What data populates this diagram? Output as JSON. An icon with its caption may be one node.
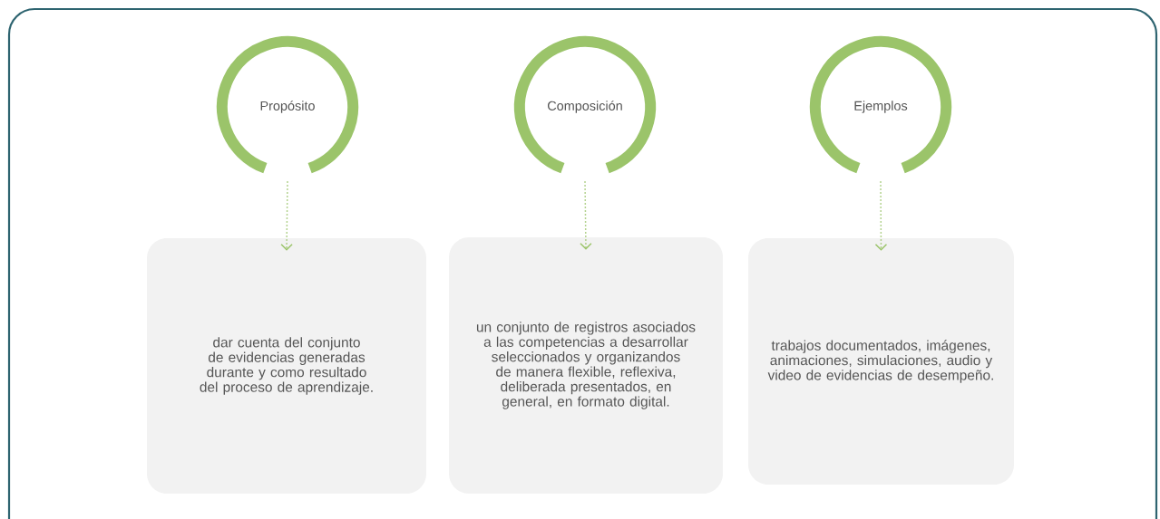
{
  "diagram": {
    "nodes": [
      {
        "text": [
          "Propósito"
        ]
      },
      {
        "text": [
          "Composición"
        ]
      },
      {
        "text": [
          "Ejemplos"
        ]
      },
      {
        "text": [
          "dar cuenta del conjunto de evidencias generadas durante y como resultado del proceso de aprendizaje."
        ]
      },
      {
        "text": [
          "un conjunto de registros asociados a las competencias a desarrollar seleccionados y organizandos de manera flexible, reflexiva, deliberada presentados, en general, en formato digital."
        ]
      },
      {
        "text": [
          "trabajos documentados, imágenes, animaciones, simulaciones, audio y video de evidencias de desempeño."
        ]
      }
    ],
    "edges": [
      {
        "from": 0,
        "to": 3,
        "arrow": "to",
        "style": "dashed"
      },
      {
        "from": 1,
        "to": 4,
        "arrow": "to",
        "style": "dashed"
      },
      {
        "from": 2,
        "to": 5,
        "arrow": "to",
        "style": "dashed"
      }
    ]
  }
}
